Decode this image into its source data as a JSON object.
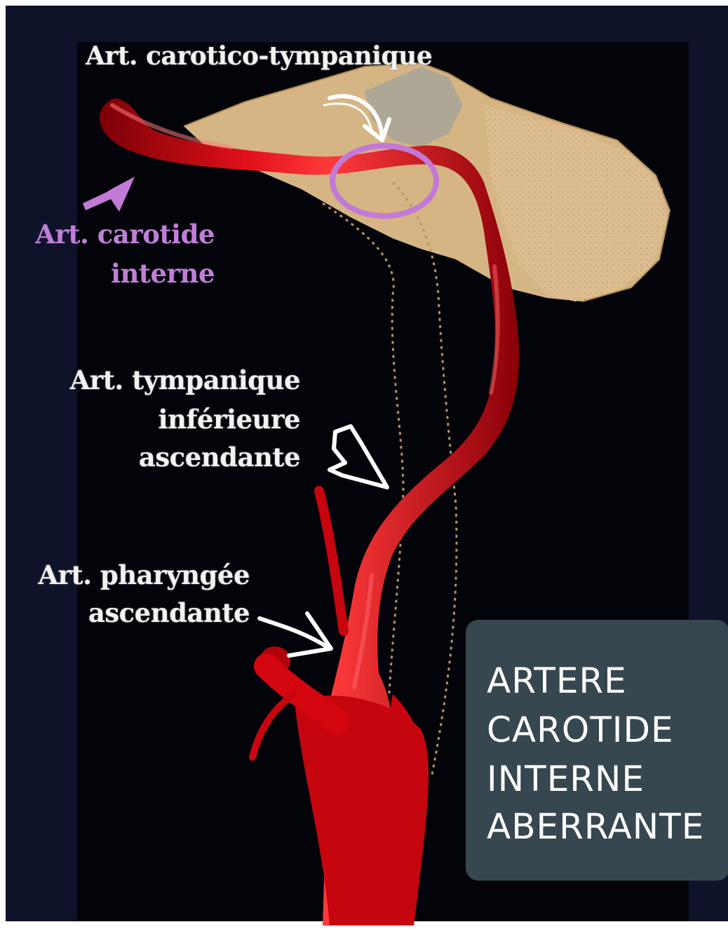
{
  "labels": {
    "carotico_tympanique": "Art. carotico-tympanique",
    "carotide_interne": [
      "Art. carotide",
      "interne"
    ],
    "tympanique_inferieure": [
      "Art. tympanique",
      "inférieure",
      "ascendante"
    ],
    "pharyngee_ascendante": [
      "Art. pharyngée",
      "ascendante"
    ]
  },
  "title_box": {
    "lines": [
      "ARTERE",
      "CAROTIDE",
      "INTERNE",
      "ABERRANTE"
    ]
  },
  "colors": {
    "background_panel": "#05060f",
    "side_band": "#0f1329",
    "bone": "#d9b98a",
    "artery": "#d4060f",
    "label_white": "#f2f2f2",
    "label_purple": "#c07fd6",
    "title_box": "#37474f",
    "highlight_circle": "#c37ad6"
  }
}
